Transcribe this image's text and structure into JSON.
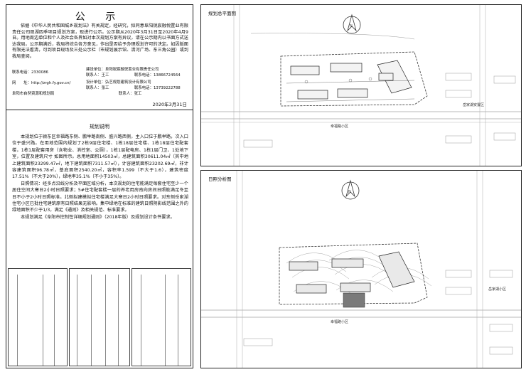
{
  "notice": {
    "title": "公 示",
    "body": "依据《中华人民共和国城乡规划法》有关规定，经研究，拟同意阜阳锐宸融悦置业有限责任公司观湖四季项目规划方案，现进行公示。公示期从2020年3月31日至2020年4月9日。用地周边单位和个人及社会各界如对本次规划方案有异议，请在公示期内以书面方式送达我局。公示期满后，我局将综合各方意见，作出是否给予办理规划许可的决定。如因版面有限无法看清，可到项目现场及三处公示栏（市规划展示馆、清河广场、东三角公园）或到我局查阅。",
    "contacts": {
      "left_phone": "联系电话：2330086",
      "left_web": "网　　址：http://zrgh.fy.gov.cn/",
      "left_org": "阜阳市自然资源和规划局",
      "builder": "建设单位：阜阳锐宸融悦置业有限责任公司",
      "builder_contact": "联系人：王工",
      "builder_phone": "联系电话：13866724564",
      "designer": "设计单位：弘艺规划建筑设计有限公司",
      "designer_contact": "联系人：张工",
      "designer_phone": "联系电话：13739222788",
      "extra_contact": "联系人：张工"
    },
    "date": "2020年3月31日"
  },
  "plan": {
    "heading": "规划说明",
    "paragraphs": [
      "本规划位于颍东区幸福路东侧、鹏举路南侧、盛兴路西侧，主入口位于鹏举路，次入口位于盛兴路。在用地范围内规划了2栋9层住宅楼、1栋18层住宅楼、1栋18层住宅配套楼，1栋1层配套用房（含物业、消控室、公厕），1栋1层配电房、1栋1层门卫、1处地下室，位置及建筑尺寸 如图所示。总用地面积14503㎡，总建筑面积30611.04㎡（其中地上建筑面积23299.47㎡，地下建筑面积7311.57㎡），计容建筑面积23202.69㎡，非计容建筑面积96.78㎡，基底面积2540.20㎡，容积率1.599（不大于1.6），建筑密度17.51%（不大于20%），绿地率35.1%（不小于35%）。",
      "日照情况：经多点沿线分析及平面区域分析，本次规划的住宅能满足每套住宅至少一个居住空间大寒日2小时日照要求；5#住宅配套楼一层的养老用房南向房间日照能满足冬至日不小于2小时日照标准。北侧拟建模拟住宅楼满足大寒日2小时日照要求。对东侧岳家湖住宅小区已批住宅建筑原有日照结果无影响。集中绿地在标准的建筑日照阴影线范围之外的绿地面积不少于1/3，满足《通则》及相关规范、标准要求。",
      "本规划满足《阜阳市控制性详细规划通则》（2018年版）及规划设计条件要求。"
    ]
  },
  "panels": {
    "site_plan_label": "规划总平面图",
    "sunlight_label": "日照分析图",
    "site_road_label": "幸福路小区",
    "site_neighbor_label": "岳家湖安置区",
    "sun_road_label": "幸福路小区",
    "sun_neighbor_label": "岳家湖小区"
  },
  "icons": {
    "north_arrow": "north-arrow-icon"
  }
}
